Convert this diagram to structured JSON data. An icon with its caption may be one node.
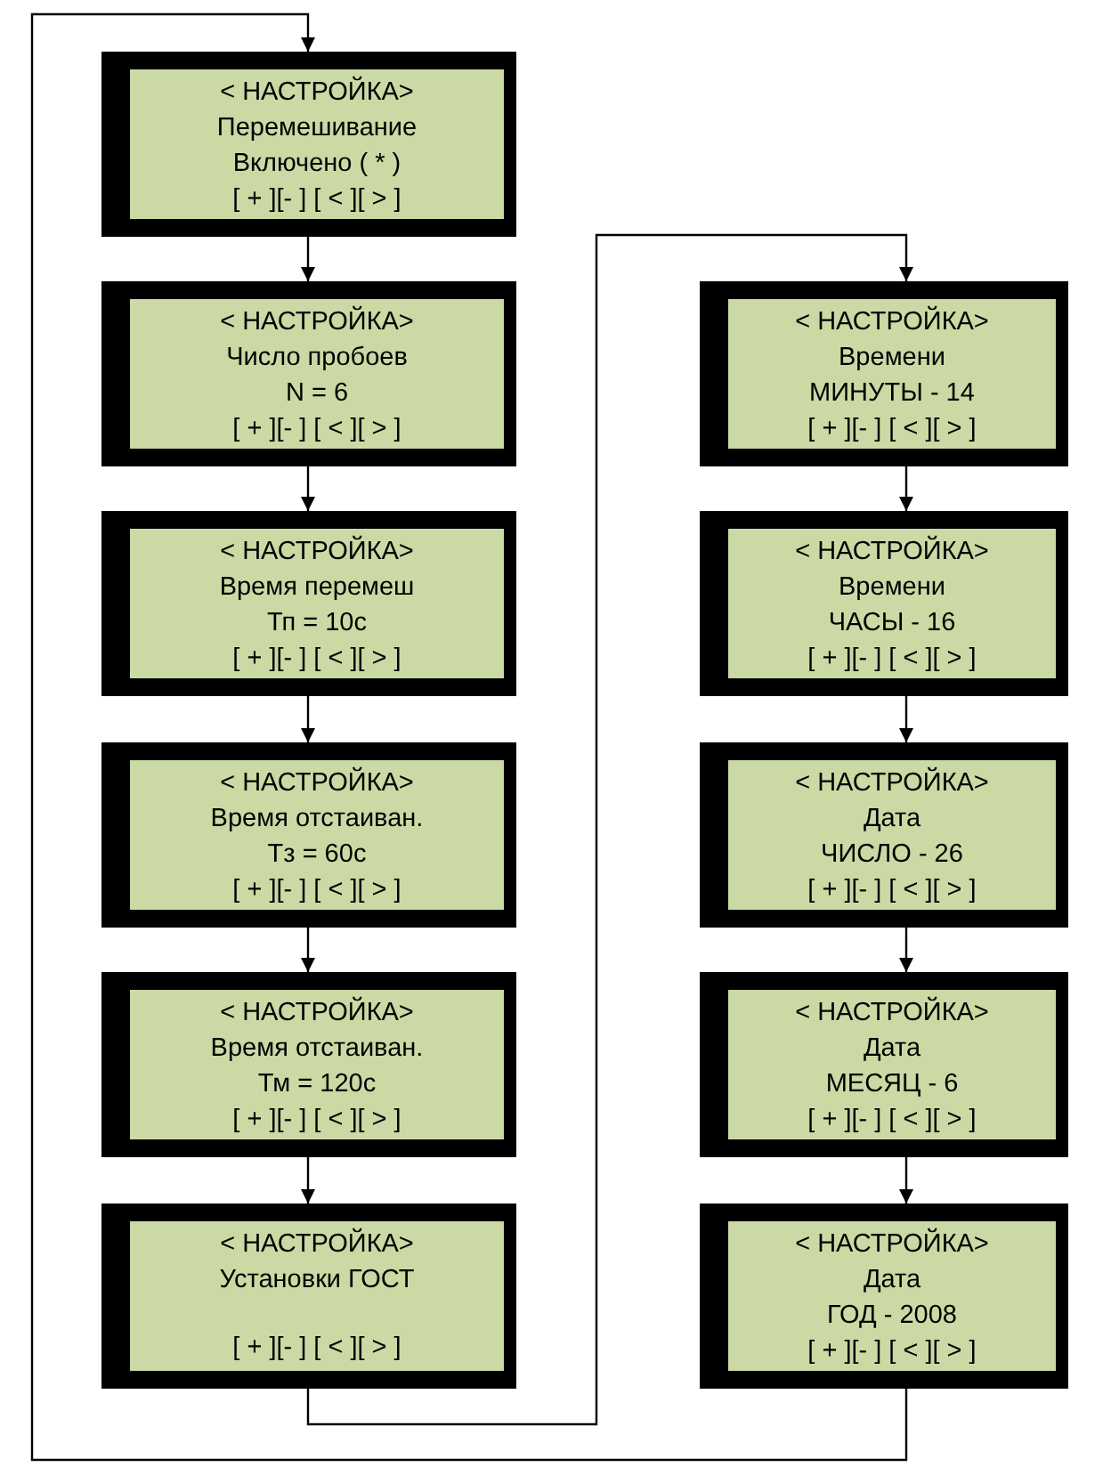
{
  "diagram": {
    "nodes": [
      {
        "text": [
          "< НАСТРОЙКА>",
          "Перемешивание",
          "Включено ( * )",
          "[ + ][- ] [ < ][ > ]"
        ]
      },
      {
        "text": [
          "< НАСТРОЙКА>",
          "Число пробоев",
          "N = 6",
          "[ + ][- ] [ < ][ > ]"
        ]
      },
      {
        "text": [
          "< НАСТРОЙКА>",
          "Время перемеш",
          "Тп = 10с",
          "[ + ][- ] [ < ][ > ]"
        ]
      },
      {
        "text": [
          "< НАСТРОЙКА>",
          "Время отстаиван.",
          "Тз = 60с",
          "[ + ][- ] [ < ][ > ]"
        ]
      },
      {
        "text": [
          "< НАСТРОЙКА>",
          "Время отстаиван.",
          "Тм = 120с",
          "[ + ][- ] [ < ][ > ]"
        ]
      },
      {
        "text": [
          "< НАСТРОЙКА>",
          "Установки ГОСТ",
          "[ + ][- ] [ < ][ > ]"
        ]
      },
      {
        "text": [
          "< НАСТРОЙКА>",
          "Времени",
          "МИНУТЫ - 14",
          "[ + ][- ] [ < ][ > ]"
        ]
      },
      {
        "text": [
          "< НАСТРОЙКА>",
          "Времени",
          "ЧАСЫ - 16",
          "[ + ][- ] [ < ][ > ]"
        ]
      },
      {
        "text": [
          "< НАСТРОЙКА>",
          "Дата",
          "ЧИСЛО - 26",
          "[ + ][- ] [ < ][ > ]"
        ]
      },
      {
        "text": [
          "< НАСТРОЙКА>",
          "Дата",
          "МЕСЯЦ - 6",
          "[ + ][- ] [ < ][ > ]"
        ]
      },
      {
        "text": [
          "< НАСТРОЙКА>",
          "Дата",
          "ГОД - 2008",
          "[ + ][- ] [ < ][ > ]"
        ]
      }
    ],
    "edges": [
      {
        "from": 0,
        "to": 1,
        "arrow": "to"
      },
      {
        "from": 1,
        "to": 2,
        "arrow": "to"
      },
      {
        "from": 2,
        "to": 3,
        "arrow": "to"
      },
      {
        "from": 3,
        "to": 4,
        "arrow": "to"
      },
      {
        "from": 4,
        "to": 5,
        "arrow": "to"
      },
      {
        "from": 5,
        "to": 6,
        "arrow": "to"
      },
      {
        "from": 6,
        "to": 7,
        "arrow": "to"
      },
      {
        "from": 7,
        "to": 8,
        "arrow": "to"
      },
      {
        "from": 8,
        "to": 9,
        "arrow": "to"
      },
      {
        "from": 9,
        "to": 10,
        "arrow": "to"
      },
      {
        "from": 10,
        "to": 0,
        "arrow": "to"
      }
    ]
  }
}
